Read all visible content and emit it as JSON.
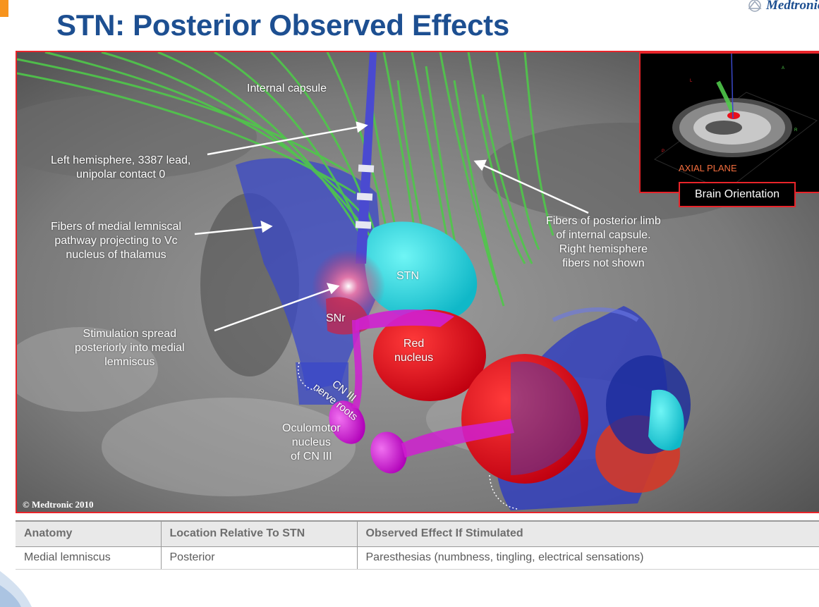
{
  "brand": {
    "logo_text": "Medtronic"
  },
  "title": {
    "bold": "STN:",
    "rest": " Posterior Observed Effects"
  },
  "figure": {
    "labels": {
      "internal_capsule": "Internal capsule",
      "left_hemisphere": "Left hemisphere, 3387 lead,\nunipolar contact 0",
      "medial_lemniscal": "Fibers of medial lemniscal\npathway projecting to Vc\nnucleus of thalamus",
      "stimulation_spread": "Stimulation spread\nposteriorly into medial\nlemniscus",
      "stn": "STN",
      "snr": "SNr",
      "red_nucleus": "Red\nnucleus",
      "cn3_roots": "CN III\nnerve roots",
      "oculomotor": "Oculomotor\nnucleus\nof CN III",
      "posterior_limb": "Fibers of posterior limb\nof internal capsule.\nRight hemisphere\nfibers not shown"
    },
    "inset": {
      "plane_label": "AXIAL PLANE",
      "orientation_label": "Brain Orientation"
    },
    "copyright": "© Medtronic 2010"
  },
  "table": {
    "headers": [
      "Anatomy",
      "Location Relative To STN",
      "Observed Effect If Stimulated"
    ],
    "rows": [
      [
        "Medial lemniscus",
        "Posterior",
        "Paresthesias (numbness, tingling, electrical sensations)"
      ]
    ]
  },
  "colors": {
    "title_blue": "#1d4f91",
    "frame_red": "#e8242a",
    "stn": "#1fe0e0",
    "red_nucleus": "#e8101a",
    "fibers_green": "#4fc84a",
    "lemniscus_blue": "#3a48c8",
    "oculomotor": "#d81ad8"
  }
}
